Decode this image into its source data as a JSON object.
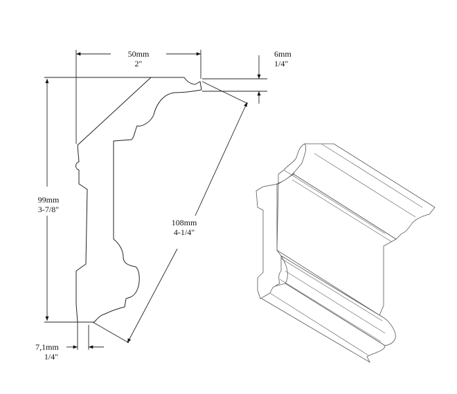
{
  "dimensions": {
    "width_top": {
      "metric": "50mm",
      "imperial": "2\""
    },
    "top_step": {
      "metric": "6mm",
      "imperial": "1/4\""
    },
    "height": {
      "metric": "99mm",
      "imperial": "3-7/8\""
    },
    "diagonal": {
      "metric": "108mm",
      "imperial": "4-1/4\""
    },
    "bottom_step": {
      "metric": "7,1mm",
      "imperial": "1/4\""
    }
  }
}
